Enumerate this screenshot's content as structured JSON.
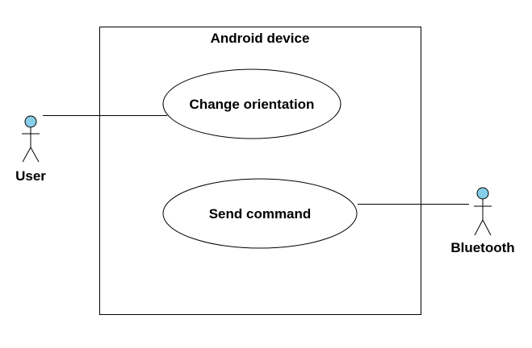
{
  "diagram": {
    "system": {
      "title": "Android device"
    },
    "use_cases": [
      {
        "id": "change-orientation",
        "label": "Change orientation"
      },
      {
        "id": "send-command",
        "label": "Send command"
      }
    ],
    "actors": [
      {
        "id": "user",
        "label": "User"
      },
      {
        "id": "bluetooth",
        "label": "Bluetooth"
      }
    ],
    "associations": [
      {
        "from": "user",
        "to": "change-orientation"
      },
      {
        "from": "bluetooth",
        "to": "send-command"
      }
    ],
    "colors": {
      "actor_head_fill": "#87CEEB",
      "stroke": "#000000",
      "background": "#FFFFFF"
    }
  }
}
